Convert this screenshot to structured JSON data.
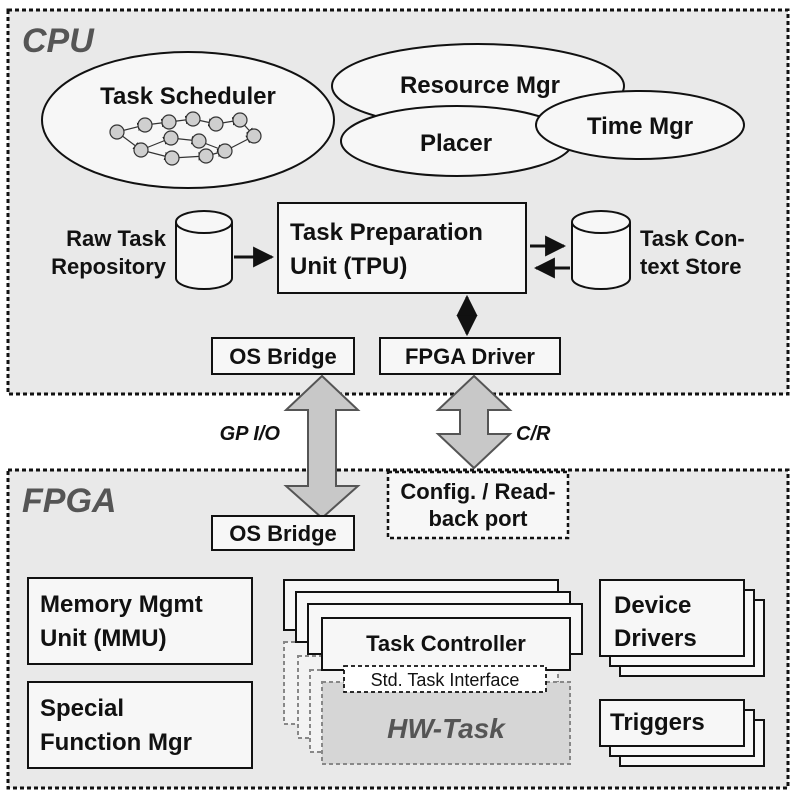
{
  "cpu": {
    "title": "CPU",
    "task_scheduler": "Task Scheduler",
    "resource_mgr": "Resource Mgr",
    "placer": "Placer",
    "time_mgr": "Time Mgr",
    "raw_task_repo": [
      "Raw Task",
      "Repository"
    ],
    "tpu": [
      "Task Preparation",
      "Unit (TPU)"
    ],
    "task_context_store": [
      "Task Con-",
      "text Store"
    ],
    "os_bridge": "OS Bridge",
    "fpga_driver": "FPGA Driver"
  },
  "links": {
    "gp_io": "GP I/O",
    "c_r": "C/R"
  },
  "fpga": {
    "title": "FPGA",
    "os_bridge": "OS Bridge",
    "config_port": [
      "Config. / Read-",
      "back port"
    ],
    "mmu": [
      "Memory Mgmt",
      "Unit (MMU)"
    ],
    "special_function_mgr": [
      "Special",
      "Function Mgr"
    ],
    "task_controller": "Task Controller",
    "std_task_interface": "Std. Task Interface",
    "hw_task": "HW-Task",
    "device_drivers": [
      "Device",
      "Drivers"
    ],
    "triggers": "Triggers"
  },
  "colors": {
    "region_fill": "#e9e9e9",
    "box_fill": "#f7f7f7",
    "arrow_fill": "#c8c8c8",
    "hw_fill": "#d6d6d6"
  }
}
